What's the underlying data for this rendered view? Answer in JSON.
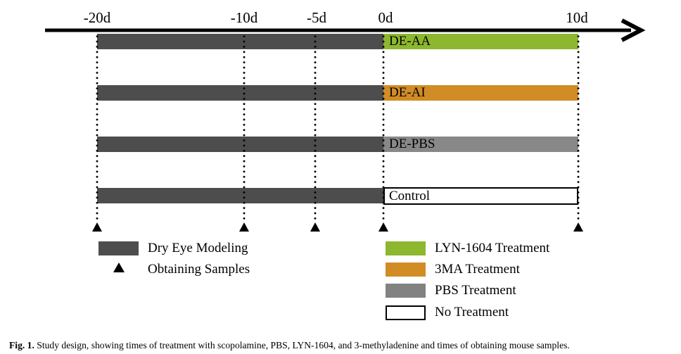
{
  "figure": {
    "axis": {
      "ticks": [
        "-20d",
        "-10d",
        "-5d",
        "0d",
        "10d"
      ],
      "color": "#000000"
    },
    "groups": [
      {
        "label": "DE-AA",
        "treatment": "LYN-1604 Treatment",
        "treatment_color": "#8cb72e"
      },
      {
        "label": "DE-AI",
        "treatment": "3MA Treatment",
        "treatment_color": "#d18c26"
      },
      {
        "label": "DE-PBS",
        "treatment": "PBS Treatment",
        "treatment_color": "#888888"
      },
      {
        "label": "Control",
        "treatment": "No Treatment",
        "treatment_color": "#ffffff"
      }
    ],
    "colors": {
      "modeling": "#4d4d4d",
      "lyn1604": "#8cb72e",
      "threeMA": "#d18c26",
      "pbs": "#828282",
      "none": "#ffffff",
      "marker": "#000000"
    },
    "legend_left": [
      {
        "label": "Dry Eye Modeling",
        "marker": "dark-swatch"
      },
      {
        "label": "Obtaining Samples",
        "marker": "triangle"
      }
    ],
    "legend_right": [
      {
        "label": "LYN-1604 Treatment",
        "color": "#8cb72e"
      },
      {
        "label": "3MA Treatment",
        "color": "#d18c26"
      },
      {
        "label": "PBS Treatment",
        "color": "#828282"
      },
      {
        "label": "No Treatment",
        "color": "#ffffff"
      }
    ],
    "caption": {
      "label": "Fig. 1.",
      "text": "Study design, showing times of treatment with scopolamine, PBS, LYN-1604, and 3-methyladenine and times of obtaining mouse samples."
    }
  }
}
